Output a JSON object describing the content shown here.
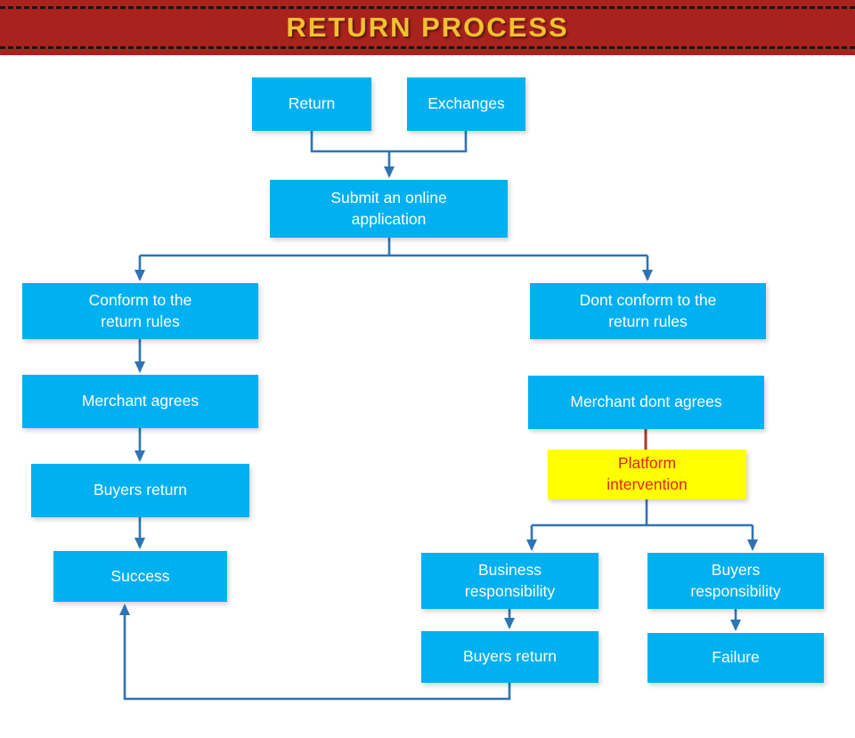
{
  "header": {
    "title": "RETURN PROCESS"
  },
  "colors": {
    "header_bg": "#a8231e",
    "header_text": "#f3c02f",
    "node_bg": "#00b0f0",
    "node_text": "#ffffff",
    "highlight_bg": "#ffff00",
    "highlight_text": "#e2241b",
    "connector": "#2e74b5",
    "highlight_connector": "#a83a32"
  },
  "nodes": {
    "return": {
      "label": "Return"
    },
    "exchanges": {
      "label": "Exchanges"
    },
    "submit": {
      "label": "Submit an online\napplication"
    },
    "conform": {
      "label": "Conform to the\nreturn rules"
    },
    "dont_conform": {
      "label": "Dont conform to the\nreturn rules"
    },
    "merchant_agrees": {
      "label": "Merchant agrees"
    },
    "merchant_dont_agrees": {
      "label": "Merchant dont agrees"
    },
    "platform_intervention": {
      "label": "Platform\nintervention"
    },
    "buyers_return_left": {
      "label": "Buyers return"
    },
    "success": {
      "label": "Success"
    },
    "business_responsibility": {
      "label": "Business\nresponsibility"
    },
    "buyers_responsibility": {
      "label": "Buyers\nresponsibility"
    },
    "buyers_return_right": {
      "label": "Buyers return"
    },
    "failure": {
      "label": "Failure"
    }
  }
}
